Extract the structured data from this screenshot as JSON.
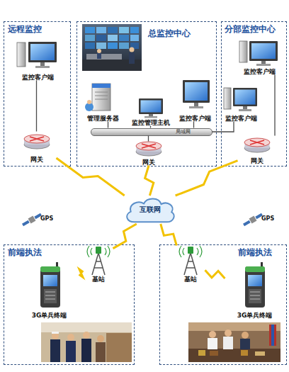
{
  "diagram": {
    "nodes": [
      {
        "text": [
          "远程监控"
        ]
      },
      {
        "text": [
          "监控客户端"
        ],
        "in": 0
      },
      {
        "text": [
          "网关"
        ],
        "in": 0
      },
      {
        "text": [
          "总监控中心"
        ]
      },
      {
        "text": [
          "管理服务器"
        ],
        "in": 3
      },
      {
        "text": [
          "监控管理主机"
        ],
        "in": 3
      },
      {
        "text": [
          "监控客户端"
        ],
        "in": 3
      },
      {
        "text": [
          "局域网"
        ],
        "in": 3
      },
      {
        "text": [
          "网关"
        ],
        "in": 3
      },
      {
        "text": [
          "分部监控中心"
        ]
      },
      {
        "text": [
          "监控客户端"
        ],
        "in": 9
      },
      {
        "text": [
          "监控客户端"
        ],
        "in": 9
      },
      {
        "text": [
          "网关"
        ],
        "in": 9
      },
      {
        "text": [
          "互联网"
        ]
      },
      {
        "text": [
          "前端执法"
        ]
      },
      {
        "text": [
          "基站"
        ],
        "in": 14
      },
      {
        "text": [
          "3G单兵终端"
        ],
        "in": 14
      },
      {
        "text": [
          "前端执法"
        ]
      },
      {
        "text": [
          "基站"
        ],
        "in": 17
      },
      {
        "text": [
          "3G单兵终端"
        ],
        "in": 17
      }
    ],
    "edges": [
      {
        "from": 1,
        "to": 2,
        "arrow": "none"
      },
      {
        "from": 4,
        "to": 7,
        "arrow": "none"
      },
      {
        "from": 5,
        "to": 7,
        "arrow": "none"
      },
      {
        "from": 6,
        "to": 7,
        "arrow": "none"
      },
      {
        "from": 7,
        "to": 8,
        "arrow": "none"
      },
      {
        "from": 7,
        "to": 11,
        "arrow": "none"
      },
      {
        "from": 12,
        "to": 10,
        "arrow": "none"
      },
      {
        "from": 2,
        "to": 13,
        "arrow": "none"
      },
      {
        "from": 8,
        "to": 13,
        "arrow": "none"
      },
      {
        "from": 12,
        "to": 13,
        "arrow": "none"
      },
      {
        "from": 13,
        "to": 15,
        "arrow": "none"
      },
      {
        "from": 13,
        "to": 18,
        "arrow": "none"
      },
      {
        "from": 15,
        "to": 16,
        "arrow": "none"
      },
      {
        "from": 18,
        "to": 19,
        "arrow": "none"
      }
    ],
    "labels": [
      "GPS",
      "GPS"
    ]
  }
}
